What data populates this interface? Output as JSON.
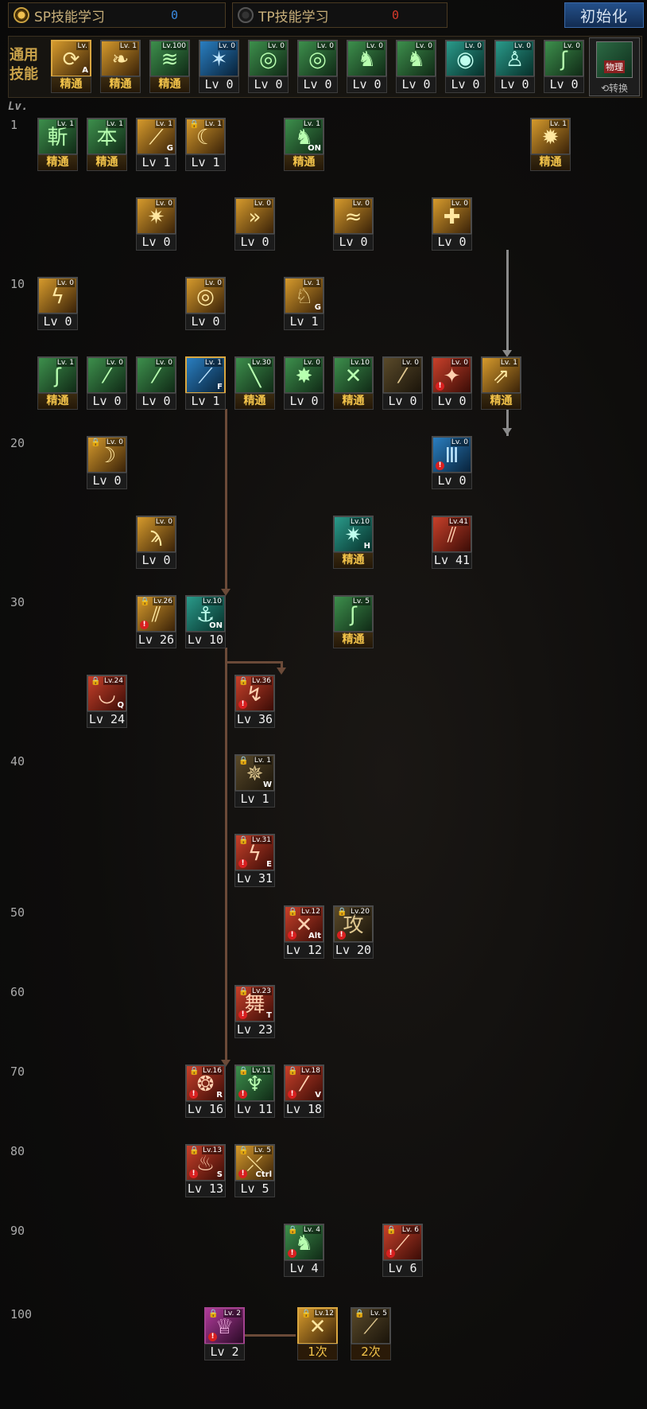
{
  "header": {
    "sp_label": "SP技能学习",
    "sp_value": "0",
    "tp_label": "TP技能学习",
    "tp_value": "0",
    "reset_label": "初始化"
  },
  "common": {
    "title": "通用技能",
    "switch_badge": "物理",
    "switch_label": "⟲转换",
    "items": [
      {
        "lv": "Lv.",
        "caption": "精通",
        "glyph": "⟳",
        "tone": "gold",
        "hot": "A"
      },
      {
        "lv": "Lv. 1",
        "caption": "精通",
        "glyph": "❧",
        "tone": "gold"
      },
      {
        "lv": "Lv.100",
        "caption": "精通",
        "glyph": "≋",
        "tone": "green"
      },
      {
        "lv": "Lv. 0",
        "caption": "Lv 0",
        "glyph": "✶",
        "tone": "blue"
      },
      {
        "lv": "Lv. 0",
        "caption": "Lv 0",
        "glyph": "◎",
        "tone": "green"
      },
      {
        "lv": "Lv. 0",
        "caption": "Lv 0",
        "glyph": "◎",
        "tone": "green"
      },
      {
        "lv": "Lv. 0",
        "caption": "Lv 0",
        "glyph": "♞",
        "tone": "green"
      },
      {
        "lv": "Lv. 0",
        "caption": "Lv 0",
        "glyph": "♞",
        "tone": "green"
      },
      {
        "lv": "Lv. 0",
        "caption": "Lv 0",
        "glyph": "◉",
        "tone": "teal"
      },
      {
        "lv": "Lv. 0",
        "caption": "Lv 0",
        "glyph": "♙",
        "tone": "teal"
      },
      {
        "lv": "Lv. 0",
        "caption": "Lv 0",
        "glyph": "ʃ",
        "tone": "green"
      }
    ]
  },
  "axis": {
    "head": "Lv.",
    "levels": [
      "1",
      "10",
      "20",
      "30",
      "40",
      "50",
      "60",
      "70",
      "80",
      "90",
      "100"
    ]
  },
  "skills": [
    {
      "lv": "Lv. 1",
      "caption": "精通",
      "glyph": "斬",
      "tone": "green"
    },
    {
      "lv": "Lv. 1",
      "caption": "精通",
      "glyph": "本",
      "tone": "green"
    },
    {
      "lv": "Lv. 1",
      "caption": "Lv 1",
      "glyph": "⟋",
      "tone": "gold",
      "hot": "G"
    },
    {
      "lv": "Lv. 1",
      "caption": "Lv 1",
      "glyph": "☾",
      "tone": "gold",
      "lock": true
    },
    {
      "lv": "Lv. 1",
      "caption": "精通",
      "glyph": "♞",
      "tone": "green",
      "hot": "ON"
    },
    {
      "lv": "Lv. 1",
      "caption": "精通",
      "glyph": "✹",
      "tone": "gold"
    },
    {
      "lv": "Lv. 0",
      "caption": "Lv 0",
      "glyph": "✷",
      "tone": "gold"
    },
    {
      "lv": "Lv. 0",
      "caption": "Lv 0",
      "glyph": "»",
      "tone": "gold"
    },
    {
      "lv": "Lv. 0",
      "caption": "Lv 0",
      "glyph": "≈",
      "tone": "gold"
    },
    {
      "lv": "Lv. 0",
      "caption": "Lv 0",
      "glyph": "✚",
      "tone": "gold"
    },
    {
      "lv": "Lv. 0",
      "caption": "Lv 0",
      "glyph": "ϟ",
      "tone": "gold"
    },
    {
      "lv": "Lv. 0",
      "caption": "Lv 0",
      "glyph": "◎",
      "tone": "gold"
    },
    {
      "lv": "Lv. 1",
      "caption": "Lv 1",
      "glyph": "♘",
      "tone": "gold",
      "hot": "G"
    },
    {
      "lv": "Lv. 1",
      "caption": "精通",
      "glyph": "ʃ",
      "tone": "green"
    },
    {
      "lv": "Lv. 0",
      "caption": "Lv 0",
      "glyph": "⁄",
      "tone": "green"
    },
    {
      "lv": "Lv. 0",
      "caption": "Lv 0",
      "glyph": "⁄",
      "tone": "green"
    },
    {
      "lv": "Lv. 1",
      "caption": "Lv 1",
      "glyph": "⟋",
      "tone": "blue",
      "hot": "F",
      "sel": true
    },
    {
      "lv": "Lv.30",
      "caption": "精通",
      "glyph": "╲",
      "tone": "green"
    },
    {
      "lv": "Lv. 0",
      "caption": "Lv 0",
      "glyph": "✸",
      "tone": "green"
    },
    {
      "lv": "Lv.10",
      "caption": "精通",
      "glyph": "✕",
      "tone": "green"
    },
    {
      "lv": "Lv. 0",
      "caption": "Lv 0",
      "glyph": "⁄",
      "tone": "dark"
    },
    {
      "lv": "Lv. 0",
      "caption": "Lv 0",
      "glyph": "✦",
      "tone": "red",
      "warn": true
    },
    {
      "lv": "Lv. 1",
      "caption": "精通",
      "glyph": "⇗",
      "tone": "gold"
    },
    {
      "lv": "Lv. 0",
      "caption": "Lv 0",
      "glyph": "☽",
      "tone": "gold",
      "lock": true
    },
    {
      "lv": "Lv. 0",
      "caption": "Lv 0",
      "glyph": "Ⅲ",
      "tone": "blue",
      "warn": true
    },
    {
      "lv": "Lv. 0",
      "caption": "Lv 0",
      "glyph": "ϡ",
      "tone": "gold"
    },
    {
      "lv": "Lv.10",
      "caption": "精通",
      "glyph": "✷",
      "tone": "teal",
      "hot": "H"
    },
    {
      "lv": "Lv.41",
      "caption": "Lv 41",
      "glyph": "⫽",
      "tone": "red"
    },
    {
      "lv": "Lv.26",
      "caption": "Lv 26",
      "glyph": "⫽",
      "tone": "gold",
      "lock": true,
      "warn": true
    },
    {
      "lv": "Lv.10",
      "caption": "Lv 10",
      "glyph": "⚓",
      "tone": "teal",
      "hot": "ON"
    },
    {
      "lv": "Lv. 5",
      "caption": "精通",
      "glyph": "ʃ",
      "tone": "green"
    },
    {
      "lv": "Lv.24",
      "caption": "Lv 24",
      "glyph": "◡",
      "tone": "red",
      "lock": true,
      "hot": "Q"
    },
    {
      "lv": "Lv.36",
      "caption": "Lv 36",
      "glyph": "↯",
      "tone": "red",
      "lock": true,
      "warn": true
    },
    {
      "lv": "Lv. 1",
      "caption": "Lv 1",
      "glyph": "✵",
      "tone": "dark",
      "lock": true,
      "hot": "W"
    },
    {
      "lv": "Lv.31",
      "caption": "Lv 31",
      "glyph": "ϟ",
      "tone": "red",
      "lock": true,
      "hot": "E",
      "warn": true
    },
    {
      "lv": "Lv.12",
      "caption": "Lv 12",
      "glyph": "✕",
      "tone": "red",
      "lock": true,
      "hot": "Alt",
      "warn": true
    },
    {
      "lv": "Lv.20",
      "caption": "Lv 20",
      "glyph": "攻",
      "tone": "dark",
      "lock": true,
      "warn": true
    },
    {
      "lv": "Lv.23",
      "caption": "Lv 23",
      "glyph": "舞",
      "tone": "red",
      "lock": true,
      "hot": "T",
      "warn": true
    },
    {
      "lv": "Lv.16",
      "caption": "Lv 16",
      "glyph": "❂",
      "tone": "red",
      "lock": true,
      "hot": "R",
      "warn": true
    },
    {
      "lv": "Lv.11",
      "caption": "Lv 11",
      "glyph": "♆",
      "tone": "green",
      "lock": true,
      "warn": true
    },
    {
      "lv": "Lv.18",
      "caption": "Lv 18",
      "glyph": "⁄",
      "tone": "red",
      "lock": true,
      "hot": "V",
      "warn": true
    },
    {
      "lv": "Lv.13",
      "caption": "Lv 13",
      "glyph": "♨",
      "tone": "red",
      "lock": true,
      "hot": "S",
      "warn": true
    },
    {
      "lv": "Lv. 5",
      "caption": "Lv 5",
      "glyph": "⤬",
      "tone": "gold",
      "lock": true,
      "hot": "Ctrl",
      "warn": true
    },
    {
      "lv": "Lv. 4",
      "caption": "Lv 4",
      "glyph": "♞",
      "tone": "green",
      "lock": true,
      "warn": true
    },
    {
      "lv": "Lv. 6",
      "caption": "Lv 6",
      "glyph": "⟋",
      "tone": "red",
      "lock": true,
      "warn": true
    },
    {
      "lv": "Lv. 2",
      "caption": "Lv 2",
      "glyph": "♕",
      "tone": "purple",
      "lock": true,
      "warn": true,
      "awk": true
    },
    {
      "lv": "Lv.12",
      "caption": "1次",
      "glyph": "✕",
      "tone": "gold",
      "lock": true,
      "sel": true,
      "awkcap": true
    },
    {
      "lv": "Lv. 5",
      "caption": "2次",
      "glyph": "⟋",
      "tone": "dark",
      "lock": true,
      "awkcap": true
    }
  ]
}
